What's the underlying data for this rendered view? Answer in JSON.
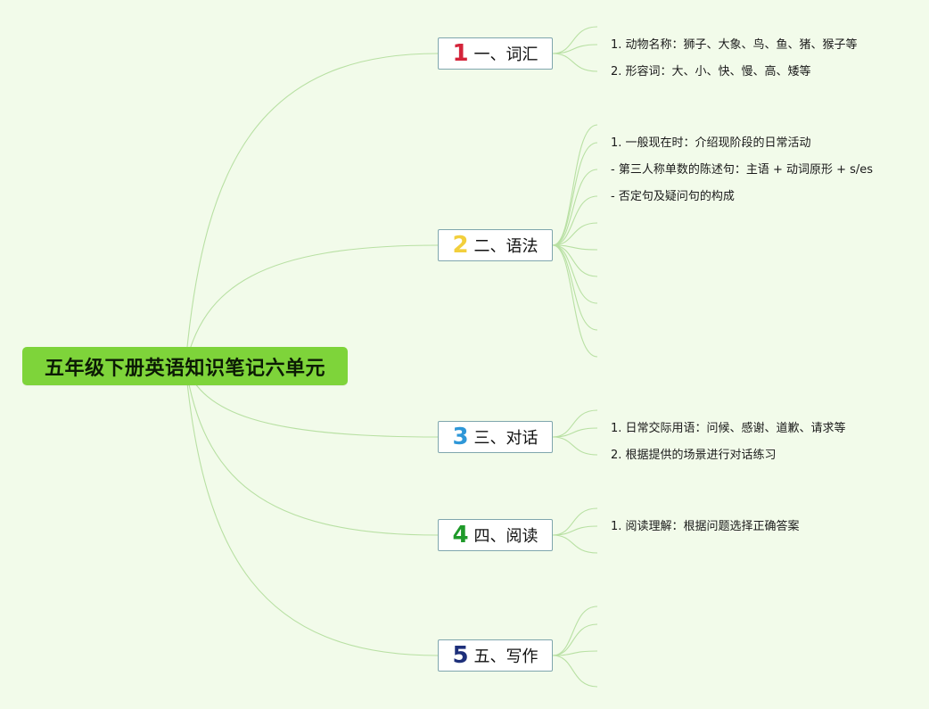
{
  "root": {
    "title": "五年级下册英语知识笔记六单元"
  },
  "colors": {
    "background": "#f2fbea",
    "root_fill": "#7ed43a",
    "line": "#b8e0a3",
    "branch_border": "#7fa6ad"
  },
  "branches": [
    {
      "number": "1",
      "number_color": "#d4243a",
      "label": "一、词汇",
      "items": [
        "1. 动物名称：狮子、大象、鸟、鱼、猪、猴子等",
        "2. 形容词：大、小、快、慢、高、矮等"
      ]
    },
    {
      "number": "2",
      "number_color": "#f2cf3c",
      "label": "二、语法",
      "items": [
        "1. 一般现在时：介绍现阶段的日常活动",
        "- 第三人称单数的陈述句：主语 + 动词原形 + s/es",
        "- 否定句及疑问句的构成"
      ]
    },
    {
      "number": "3",
      "number_color": "#2e97d8",
      "label": "三、对话",
      "items": [
        "1. 日常交际用语：问候、感谢、道歉、请求等",
        "2. 根据提供的场景进行对话练习"
      ]
    },
    {
      "number": "4",
      "number_color": "#1f9a2a",
      "label": "四、阅读",
      "items": [
        "1. 阅读理解：根据问题选择正确答案"
      ]
    },
    {
      "number": "5",
      "number_color": "#1d2f7a",
      "label": "五、写作",
      "items": []
    }
  ]
}
